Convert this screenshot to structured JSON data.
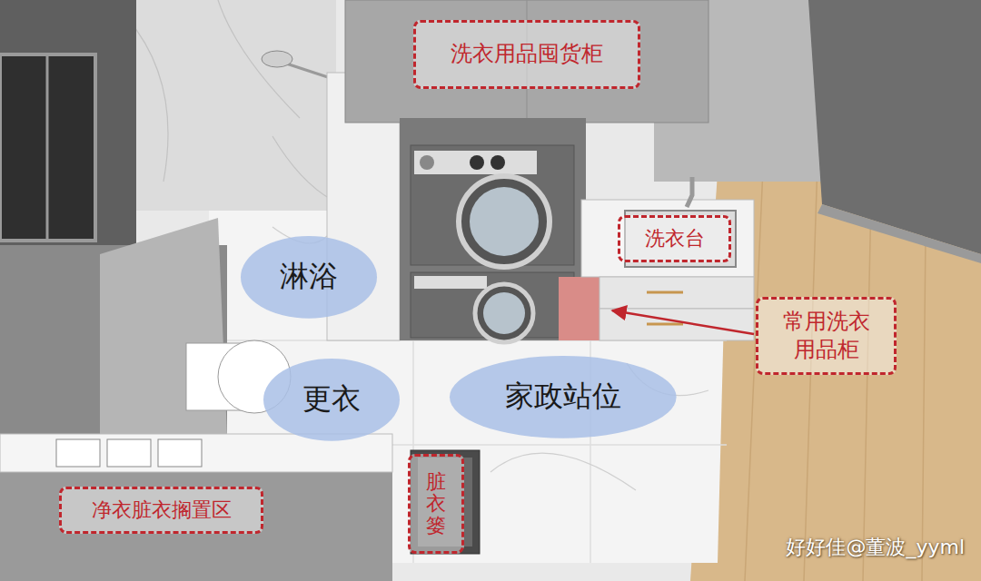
{
  "diagram": {
    "nodes": [
      {
        "text": [
          "洗衣用品囤货柜"
        ]
      },
      {
        "text": [
          "洗衣台"
        ]
      },
      {
        "text": [
          "淋浴"
        ]
      },
      {
        "text": [
          "常用洗衣 用品柜"
        ]
      },
      {
        "text": [
          "更衣"
        ]
      },
      {
        "text": [
          "家政站位"
        ]
      },
      {
        "text": [
          "净衣脏衣搁置区"
        ]
      },
      {
        "text": [
          "脏衣篓"
        ]
      }
    ],
    "labels": [
      "好好佳@董波_yyml"
    ]
  }
}
